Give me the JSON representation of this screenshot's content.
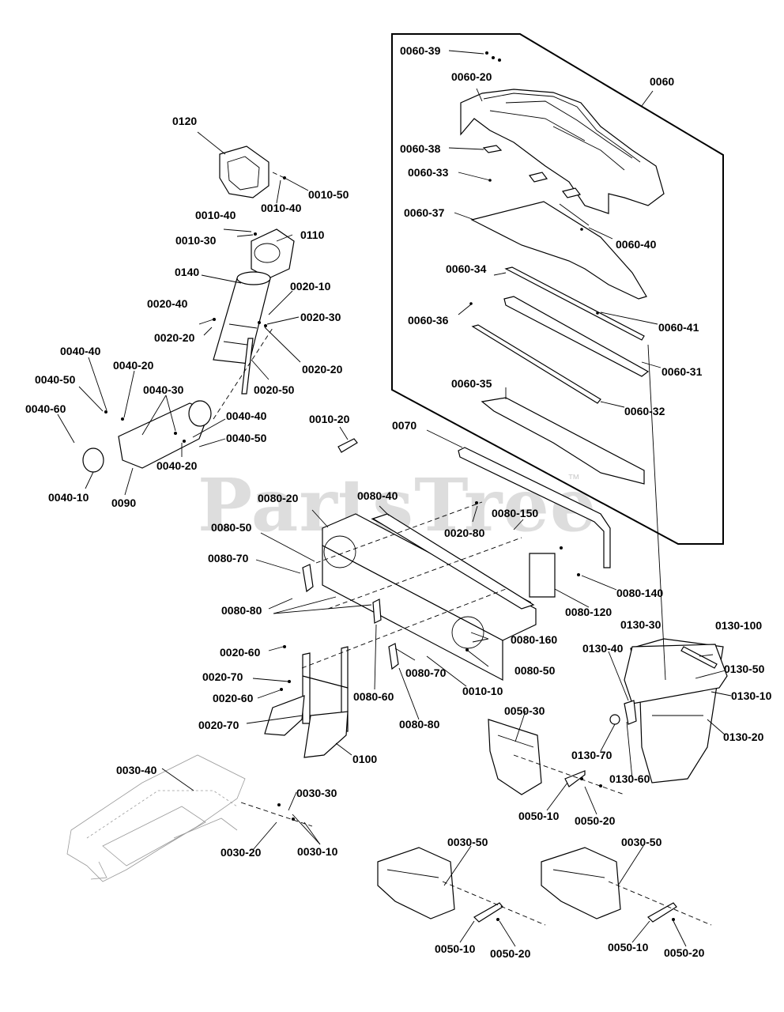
{
  "watermark": "PartsTree",
  "trademark": "™",
  "labels": [
    "0060-39",
    "0060-20",
    "0060",
    "0060-38",
    "0060-33",
    "0060-37",
    "0060-40",
    "0060-34",
    "0060-36",
    "0060-41",
    "0060-31",
    "0060-35",
    "0060-32",
    "0120",
    "0010-50",
    "0010-40",
    "0010-40",
    "0110",
    "0010-30",
    "0140",
    "0020-10",
    "0020-40",
    "0020-30",
    "0020-20",
    "0020-20",
    "0020-50",
    "0040-40",
    "0040-20",
    "0040-50",
    "0040-30",
    "0040-60",
    "0040-40",
    "0040-50",
    "0040-20",
    "0040-10",
    "0090",
    "0010-20",
    "0070",
    "0080-20",
    "0080-40",
    "0020-80",
    "0080-150",
    "0080-50",
    "0080-70",
    "0080-140",
    "0080-120",
    "0080-80",
    "0080-160",
    "0020-60",
    "0080-70",
    "0080-50",
    "0020-70",
    "0080-60",
    "0010-10",
    "0020-60",
    "0080-80",
    "0020-70",
    "0100",
    "0130-30",
    "0130-100",
    "0130-40",
    "0130-50",
    "0130-10",
    "0050-30",
    "0130-20",
    "0130-70",
    "0130-60",
    "0030-40",
    "0030-30",
    "0050-10",
    "0050-20",
    "0030-20",
    "0030-10",
    "0030-50",
    "0030-50",
    "0050-10",
    "0050-20",
    "0050-10",
    "0050-20"
  ]
}
